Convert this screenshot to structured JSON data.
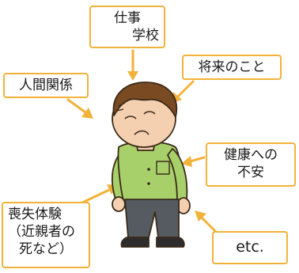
{
  "labels": {
    "work": {
      "line1": "仕事",
      "line2": "学校"
    },
    "future": {
      "text": "将来のこと"
    },
    "relations": {
      "text": "人間関係"
    },
    "health": {
      "line1": "健康への",
      "line2": "不安"
    },
    "loss": {
      "line1": "喪失体験",
      "line2": "（近親者の",
      "line3": "死など）"
    },
    "etc": {
      "text": "etc."
    }
  },
  "colors": {
    "label_border": "#f2b23a",
    "arrow": "#f2b23a",
    "shirt": "#a8d06a",
    "pants": "#555b60",
    "skin": "#f4cfb0",
    "hair": "#7a4a22"
  }
}
